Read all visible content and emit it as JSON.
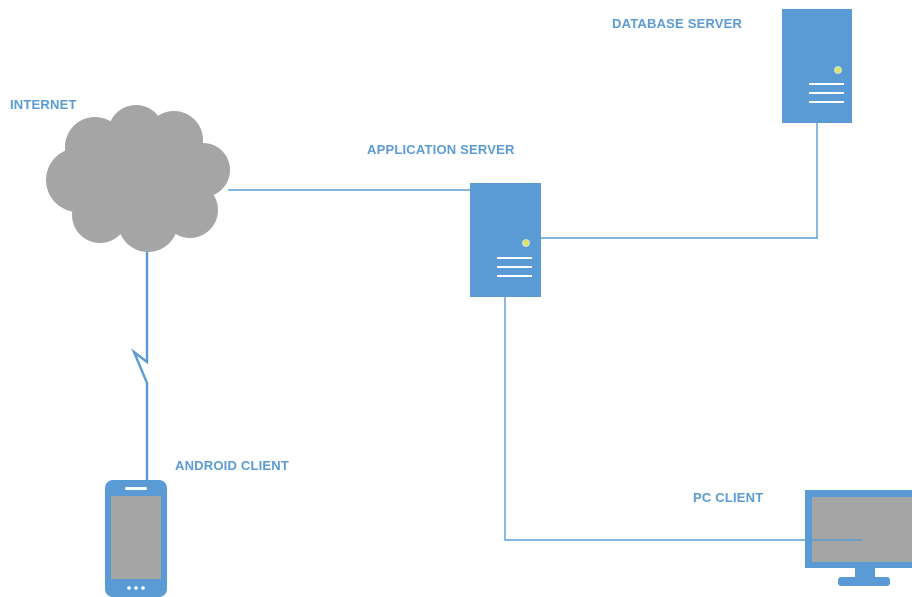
{
  "nodes": {
    "internet": {
      "label": "INTERNET",
      "icon": "cloud-icon"
    },
    "application_server": {
      "label": "APPLICATION SERVER",
      "icon": "server-icon"
    },
    "database_server": {
      "label": "DATABASE SERVER",
      "icon": "server-icon"
    },
    "android_client": {
      "label": "ANDROID CLIENT",
      "icon": "smartphone-icon"
    },
    "pc_client": {
      "label": "PC CLIENT",
      "icon": "monitor-icon"
    }
  },
  "connections": [
    {
      "from": "internet",
      "to": "application_server",
      "style": "line"
    },
    {
      "from": "application_server",
      "to": "database_server",
      "style": "line"
    },
    {
      "from": "application_server",
      "to": "pc_client",
      "style": "line"
    },
    {
      "from": "internet",
      "to": "android_client",
      "style": "wireless"
    }
  ],
  "colors": {
    "accent": "#5b9bd5",
    "server_fill": "#5b9bd5",
    "server_indicator": "#d9e36b",
    "cloud_fill": "#a5a5a5",
    "screen_fill": "#a5a5a5",
    "text": "#5b9bd5",
    "background": "#ffffff"
  }
}
